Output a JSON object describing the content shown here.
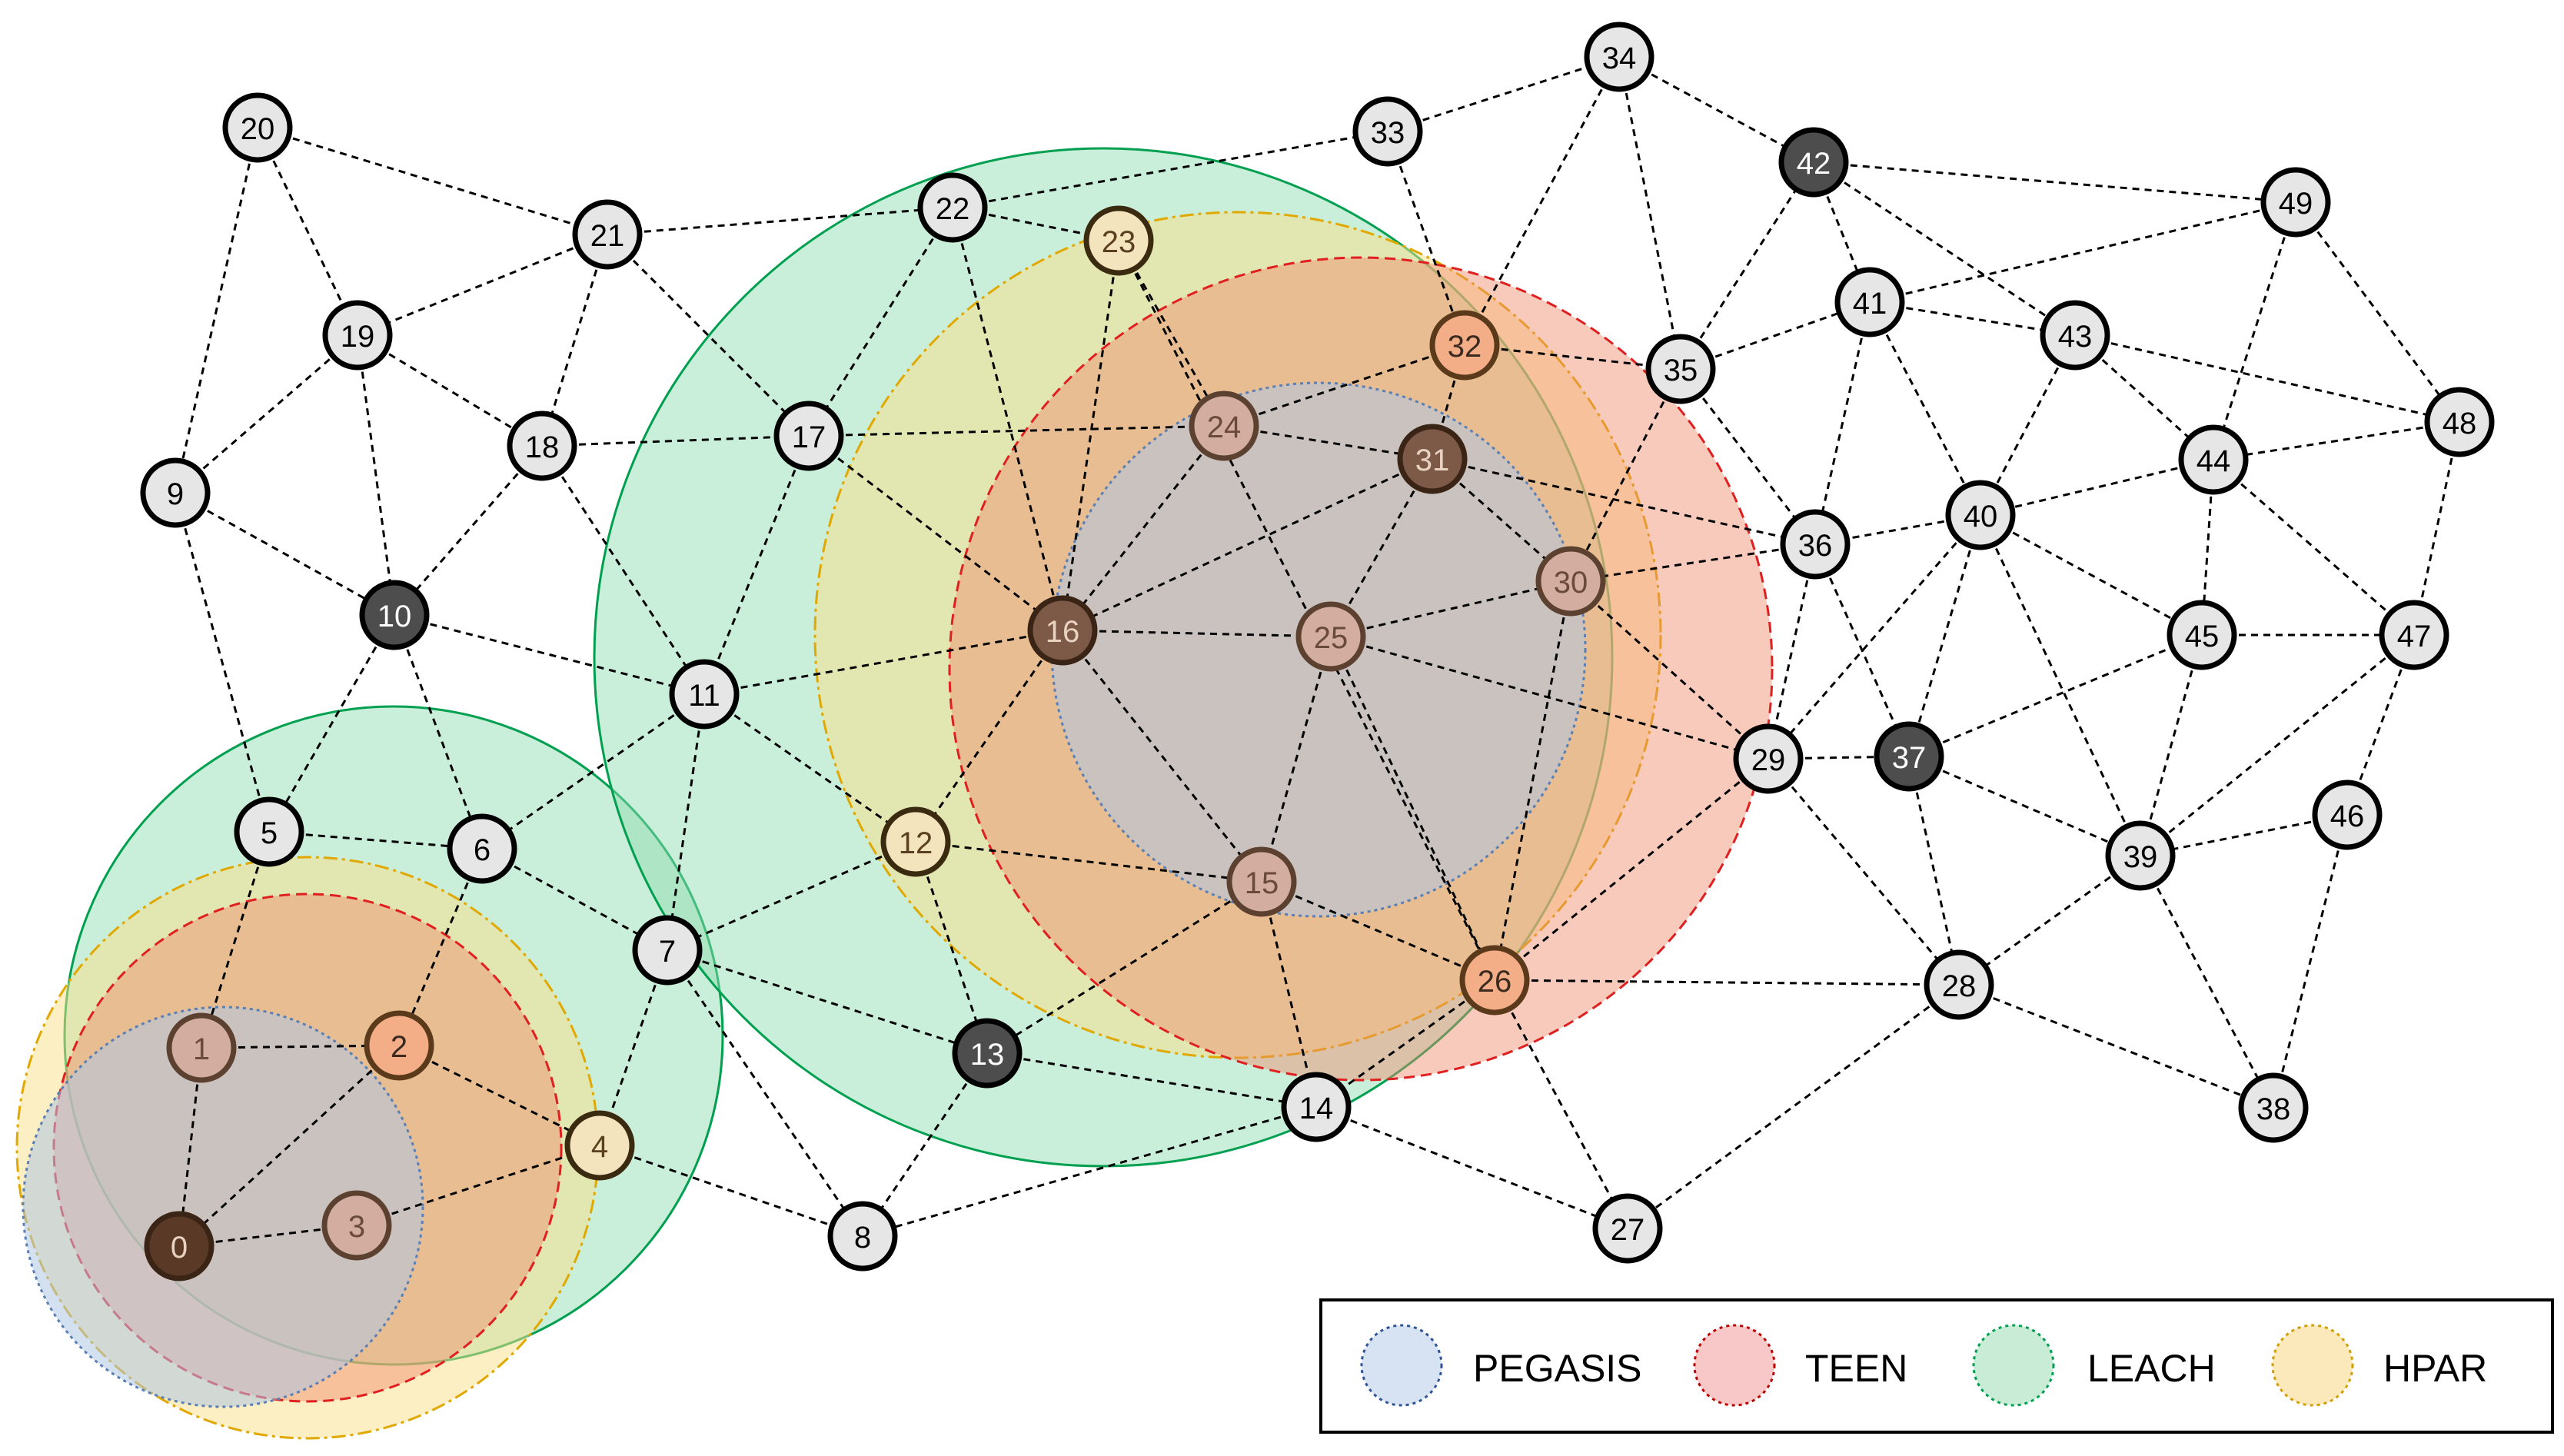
{
  "nodes": [
    {
      "id": "0",
      "label": "0",
      "fill": "#5a3a27",
      "text": "#e8d2c2",
      "stroke": "#3a2415"
    },
    {
      "id": "1",
      "label": "1",
      "fill": "#d3aea0",
      "text": "#6a4a3a",
      "stroke": "#5c4030"
    },
    {
      "id": "2",
      "label": "2",
      "fill": "#f3ae87",
      "text": "#3a2a20",
      "stroke": "#5a3a1a"
    },
    {
      "id": "3",
      "label": "3",
      "fill": "#d3aea0",
      "text": "#6a4a3a",
      "stroke": "#5c4030"
    },
    {
      "id": "4",
      "label": "4",
      "fill": "#f3e4bd",
      "text": "#5a4020",
      "stroke": "#3a2a10"
    },
    {
      "id": "5",
      "label": "5",
      "fill": "#e6e6e6",
      "text": "#000000",
      "stroke": "#000000"
    },
    {
      "id": "6",
      "label": "6",
      "fill": "#e6e6e6",
      "text": "#000000",
      "stroke": "#000000"
    },
    {
      "id": "7",
      "label": "7",
      "fill": "#e6e6e6",
      "text": "#000000",
      "stroke": "#000000"
    },
    {
      "id": "8",
      "label": "8",
      "fill": "#e6e6e6",
      "text": "#000000",
      "stroke": "#000000"
    },
    {
      "id": "9",
      "label": "9",
      "fill": "#e6e6e6",
      "text": "#000000",
      "stroke": "#000000"
    },
    {
      "id": "10",
      "label": "10",
      "fill": "#4d4d4d",
      "text": "#ffffff",
      "stroke": "#000000"
    },
    {
      "id": "11",
      "label": "11",
      "fill": "#e6e6e6",
      "text": "#000000",
      "stroke": "#000000"
    },
    {
      "id": "12",
      "label": "12",
      "fill": "#f3e4bd",
      "text": "#5a4020",
      "stroke": "#3a2a10"
    },
    {
      "id": "13",
      "label": "13",
      "fill": "#4d4d4d",
      "text": "#ffffff",
      "stroke": "#000000"
    },
    {
      "id": "14",
      "label": "14",
      "fill": "#e6e6e6",
      "text": "#000000",
      "stroke": "#000000"
    },
    {
      "id": "15",
      "label": "15",
      "fill": "#d3aea0",
      "text": "#6a4a3a",
      "stroke": "#5c4030"
    },
    {
      "id": "16",
      "label": "16",
      "fill": "#7d5a48",
      "text": "#e8d2c2",
      "stroke": "#3a2415"
    },
    {
      "id": "17",
      "label": "17",
      "fill": "#e6e6e6",
      "text": "#000000",
      "stroke": "#000000"
    },
    {
      "id": "18",
      "label": "18",
      "fill": "#e6e6e6",
      "text": "#000000",
      "stroke": "#000000"
    },
    {
      "id": "19",
      "label": "19",
      "fill": "#e6e6e6",
      "text": "#000000",
      "stroke": "#000000"
    },
    {
      "id": "20",
      "label": "20",
      "fill": "#e6e6e6",
      "text": "#000000",
      "stroke": "#000000"
    },
    {
      "id": "21",
      "label": "21",
      "fill": "#e6e6e6",
      "text": "#000000",
      "stroke": "#000000"
    },
    {
      "id": "22",
      "label": "22",
      "fill": "#e6e6e6",
      "text": "#000000",
      "stroke": "#000000"
    },
    {
      "id": "23",
      "label": "23",
      "fill": "#f3e4bd",
      "text": "#5a4020",
      "stroke": "#3a2a10"
    },
    {
      "id": "24",
      "label": "24",
      "fill": "#d3aea0",
      "text": "#6a4a3a",
      "stroke": "#5c4030"
    },
    {
      "id": "25",
      "label": "25",
      "fill": "#d3aea0",
      "text": "#6a4a3a",
      "stroke": "#5c4030"
    },
    {
      "id": "26",
      "label": "26",
      "fill": "#f3ae87",
      "text": "#3a2a20",
      "stroke": "#5a3a1a"
    },
    {
      "id": "27",
      "label": "27",
      "fill": "#e6e6e6",
      "text": "#000000",
      "stroke": "#000000"
    },
    {
      "id": "28",
      "label": "28",
      "fill": "#e6e6e6",
      "text": "#000000",
      "stroke": "#000000"
    },
    {
      "id": "29",
      "label": "29",
      "fill": "#e6e6e6",
      "text": "#000000",
      "stroke": "#000000"
    },
    {
      "id": "30",
      "label": "30",
      "fill": "#d3aea0",
      "text": "#6a4a3a",
      "stroke": "#5c4030"
    },
    {
      "id": "31",
      "label": "31",
      "fill": "#7d5a48",
      "text": "#e8d2c2",
      "stroke": "#3a2415"
    },
    {
      "id": "32",
      "label": "32",
      "fill": "#f3ae87",
      "text": "#3a2a20",
      "stroke": "#5a3a1a"
    },
    {
      "id": "33",
      "label": "33",
      "fill": "#e6e6e6",
      "text": "#000000",
      "stroke": "#000000"
    },
    {
      "id": "34",
      "label": "34",
      "fill": "#e6e6e6",
      "text": "#000000",
      "stroke": "#000000"
    },
    {
      "id": "35",
      "label": "35",
      "fill": "#e6e6e6",
      "text": "#000000",
      "stroke": "#000000"
    },
    {
      "id": "36",
      "label": "36",
      "fill": "#e6e6e6",
      "text": "#000000",
      "stroke": "#000000"
    },
    {
      "id": "37",
      "label": "37",
      "fill": "#4d4d4d",
      "text": "#ffffff",
      "stroke": "#000000"
    },
    {
      "id": "38",
      "label": "38",
      "fill": "#e6e6e6",
      "text": "#000000",
      "stroke": "#000000"
    },
    {
      "id": "39",
      "label": "39",
      "fill": "#e6e6e6",
      "text": "#000000",
      "stroke": "#000000"
    },
    {
      "id": "40",
      "label": "40",
      "fill": "#e6e6e6",
      "text": "#000000",
      "stroke": "#000000"
    },
    {
      "id": "41",
      "label": "41",
      "fill": "#e6e6e6",
      "text": "#000000",
      "stroke": "#000000"
    },
    {
      "id": "42",
      "label": "42",
      "fill": "#4d4d4d",
      "text": "#ffffff",
      "stroke": "#000000"
    },
    {
      "id": "43",
      "label": "43",
      "fill": "#e6e6e6",
      "text": "#000000",
      "stroke": "#000000"
    },
    {
      "id": "44",
      "label": "44",
      "fill": "#e6e6e6",
      "text": "#000000",
      "stroke": "#000000"
    },
    {
      "id": "45",
      "label": "45",
      "fill": "#e6e6e6",
      "text": "#000000",
      "stroke": "#000000"
    },
    {
      "id": "46",
      "label": "46",
      "fill": "#e6e6e6",
      "text": "#000000",
      "stroke": "#000000"
    },
    {
      "id": "47",
      "label": "47",
      "fill": "#e6e6e6",
      "text": "#000000",
      "stroke": "#000000"
    },
    {
      "id": "48",
      "label": "48",
      "fill": "#e6e6e6",
      "text": "#000000",
      "stroke": "#000000"
    },
    {
      "id": "49",
      "label": "49",
      "fill": "#e6e6e6",
      "text": "#000000",
      "stroke": "#000000"
    }
  ],
  "edges": [
    [
      "20",
      "21"
    ],
    [
      "20",
      "19"
    ],
    [
      "20",
      "9"
    ],
    [
      "21",
      "22"
    ],
    [
      "21",
      "19"
    ],
    [
      "21",
      "18"
    ],
    [
      "21",
      "17"
    ],
    [
      "22",
      "23"
    ],
    [
      "22",
      "17"
    ],
    [
      "22",
      "33"
    ],
    [
      "22",
      "16"
    ],
    [
      "19",
      "9"
    ],
    [
      "19",
      "18"
    ],
    [
      "19",
      "10"
    ],
    [
      "9",
      "10"
    ],
    [
      "9",
      "5"
    ],
    [
      "18",
      "17"
    ],
    [
      "18",
      "10"
    ],
    [
      "18",
      "11"
    ],
    [
      "10",
      "11"
    ],
    [
      "10",
      "5"
    ],
    [
      "10",
      "6"
    ],
    [
      "17",
      "24"
    ],
    [
      "17",
      "11"
    ],
    [
      "17",
      "16"
    ],
    [
      "23",
      "24"
    ],
    [
      "23",
      "16"
    ],
    [
      "23",
      "26"
    ],
    [
      "33",
      "34"
    ],
    [
      "33",
      "32"
    ],
    [
      "34",
      "42"
    ],
    [
      "34",
      "35"
    ],
    [
      "34",
      "32"
    ],
    [
      "24",
      "32"
    ],
    [
      "24",
      "31"
    ],
    [
      "24",
      "16"
    ],
    [
      "32",
      "35"
    ],
    [
      "32",
      "31"
    ],
    [
      "35",
      "41"
    ],
    [
      "35",
      "42"
    ],
    [
      "35",
      "36"
    ],
    [
      "35",
      "30"
    ],
    [
      "31",
      "16"
    ],
    [
      "31",
      "25"
    ],
    [
      "31",
      "30"
    ],
    [
      "31",
      "36"
    ],
    [
      "42",
      "49"
    ],
    [
      "42",
      "41"
    ],
    [
      "42",
      "43"
    ],
    [
      "41",
      "49"
    ],
    [
      "41",
      "43"
    ],
    [
      "41",
      "40"
    ],
    [
      "41",
      "36"
    ],
    [
      "43",
      "48"
    ],
    [
      "43",
      "44"
    ],
    [
      "43",
      "40"
    ],
    [
      "49",
      "44"
    ],
    [
      "49",
      "48"
    ],
    [
      "48",
      "44"
    ],
    [
      "48",
      "47"
    ],
    [
      "44",
      "40"
    ],
    [
      "44",
      "45"
    ],
    [
      "44",
      "47"
    ],
    [
      "40",
      "36"
    ],
    [
      "40",
      "29"
    ],
    [
      "40",
      "45"
    ],
    [
      "40",
      "37"
    ],
    [
      "40",
      "39"
    ],
    [
      "36",
      "29"
    ],
    [
      "36",
      "30"
    ],
    [
      "36",
      "37"
    ],
    [
      "16",
      "11"
    ],
    [
      "16",
      "25"
    ],
    [
      "16",
      "15"
    ],
    [
      "16",
      "12"
    ],
    [
      "25",
      "30"
    ],
    [
      "25",
      "15"
    ],
    [
      "25",
      "26"
    ],
    [
      "25",
      "29"
    ],
    [
      "30",
      "29"
    ],
    [
      "30",
      "26"
    ],
    [
      "11",
      "12"
    ],
    [
      "11",
      "7"
    ],
    [
      "11",
      "6"
    ],
    [
      "29",
      "37"
    ],
    [
      "29",
      "28"
    ],
    [
      "29",
      "26"
    ],
    [
      "37",
      "45"
    ],
    [
      "37",
      "39"
    ],
    [
      "37",
      "28"
    ],
    [
      "45",
      "47"
    ],
    [
      "45",
      "39"
    ],
    [
      "47",
      "39"
    ],
    [
      "47",
      "46"
    ],
    [
      "46",
      "39"
    ],
    [
      "46",
      "38"
    ],
    [
      "39",
      "28"
    ],
    [
      "39",
      "38"
    ],
    [
      "12",
      "15"
    ],
    [
      "12",
      "7"
    ],
    [
      "12",
      "13"
    ],
    [
      "15",
      "26"
    ],
    [
      "15",
      "13"
    ],
    [
      "15",
      "14"
    ],
    [
      "26",
      "14"
    ],
    [
      "26",
      "28"
    ],
    [
      "26",
      "27"
    ],
    [
      "5",
      "6"
    ],
    [
      "5",
      "1"
    ],
    [
      "6",
      "7"
    ],
    [
      "6",
      "2"
    ],
    [
      "7",
      "4"
    ],
    [
      "7",
      "13"
    ],
    [
      "7",
      "8"
    ],
    [
      "13",
      "14"
    ],
    [
      "13",
      "8"
    ],
    [
      "14",
      "8"
    ],
    [
      "14",
      "27"
    ],
    [
      "28",
      "38"
    ],
    [
      "28",
      "27"
    ],
    [
      "1",
      "2"
    ],
    [
      "1",
      "0"
    ],
    [
      "2",
      "4"
    ],
    [
      "2",
      "0"
    ],
    [
      "0",
      "3"
    ],
    [
      "3",
      "4"
    ],
    [
      "4",
      "8"
    ]
  ],
  "legend": [
    {
      "label": "PEGASIS",
      "fill": "#d7e3f2",
      "stroke": "#2f5597"
    },
    {
      "label": "TEEN",
      "fill": "#f8c8c8",
      "stroke": "#c00000"
    },
    {
      "label": "LEACH",
      "fill": "#c8ecd6",
      "stroke": "#00a050"
    },
    {
      "label": "HPAR",
      "fill": "#fbe8bb",
      "stroke": "#d0a000"
    }
  ],
  "colors": {
    "leach_area": "#8fdcb0",
    "hpar_area": "#fbdf8a",
    "teen_area": "#f4a0a0",
    "pegasis_area": "#aec6e4",
    "edge": "#000000"
  }
}
